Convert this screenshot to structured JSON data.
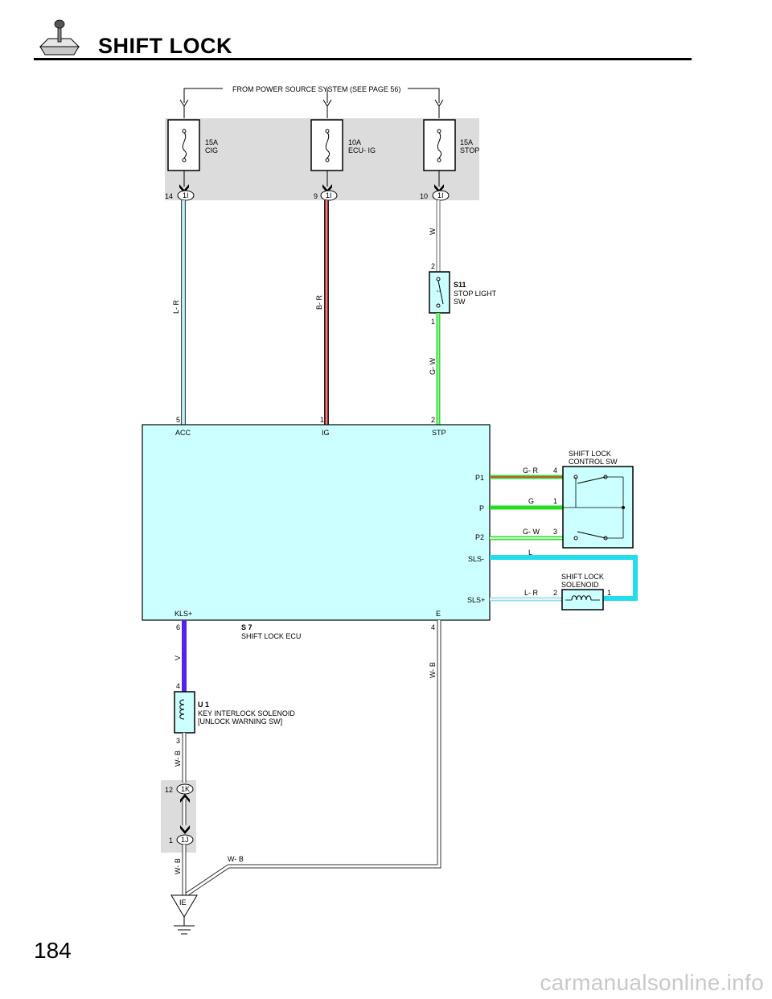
{
  "header": {
    "title": "SHIFT LOCK",
    "icon": "shift-lever-icon"
  },
  "footer": {
    "page_number": "184",
    "watermark": "carmanualsonline.info"
  },
  "power_source_label": "FROM POWER SOURCE SYSTEM (SEE PAGE 56)",
  "fuses": [
    {
      "rating": "15A",
      "name": "CIG",
      "pin": "14",
      "connector": "1I"
    },
    {
      "rating": "10A",
      "name": "ECU- IG",
      "pin": "9",
      "connector": "1I"
    },
    {
      "rating": "15A",
      "name": "STOP",
      "pin": "10",
      "connector": "1I"
    }
  ],
  "stop_light_sw": {
    "code": "S11",
    "name_line1": "STOP LIGHT",
    "name_line2": "SW",
    "pin_top": "2",
    "pin_bottom": "1"
  },
  "wires": {
    "cig": "L- R",
    "ecu_ig": "B- R",
    "stop_upper": "W",
    "stop_lower": "G- W",
    "kls": "V",
    "interlock_ground": "W- B",
    "ecu_ground": "W- B",
    "junction_ground": "W- B",
    "ground_run": "W- B",
    "p1": "G- R",
    "p": "G",
    "p2": "G- W",
    "sls_minus": "L",
    "sls_plus": "L- R"
  },
  "ecu": {
    "code": "S 7",
    "name": "SHIFT LOCK ECU",
    "pins": {
      "acc": "5",
      "ig": "1",
      "stp": "2",
      "kls": "6",
      "e": "4"
    },
    "terminals": {
      "acc": "ACC",
      "ig": "IG",
      "stp": "STP",
      "p1": "P1",
      "p": "P",
      "p2": "P2",
      "sls_minus": "SLS-",
      "sls_plus": "SLS+",
      "kls": "KLS+",
      "e": "E"
    }
  },
  "control_sw": {
    "name_line1": "SHIFT LOCK",
    "name_line2": "CONTROL  SW",
    "pins": {
      "p1": "4",
      "p": "1",
      "p2": "3"
    }
  },
  "solenoid": {
    "name_line1": "SHIFT LOCK",
    "name_line2": "SOLENOID",
    "pin_left": "2",
    "pin_right": "1"
  },
  "interlock": {
    "code": "U 1",
    "name_line1": "KEY INTERLOCK SOLENOID",
    "name_line2": "[UNLOCK WARNING SW]",
    "pin_top": "4",
    "pin_bottom": "3"
  },
  "junctions": [
    {
      "pin": "12",
      "connector": "1K"
    },
    {
      "pin": "1",
      "connector": "1J"
    }
  ],
  "ground": {
    "label": "IE"
  },
  "colors": {
    "cyan_wire": "#99ddee",
    "cyan_thick": "#22ddee",
    "green": "#33dd33",
    "violet": "#5522ee",
    "red": "#ee3333",
    "ecu_fill": "#ccffff",
    "shade": "#dcdcdc"
  }
}
